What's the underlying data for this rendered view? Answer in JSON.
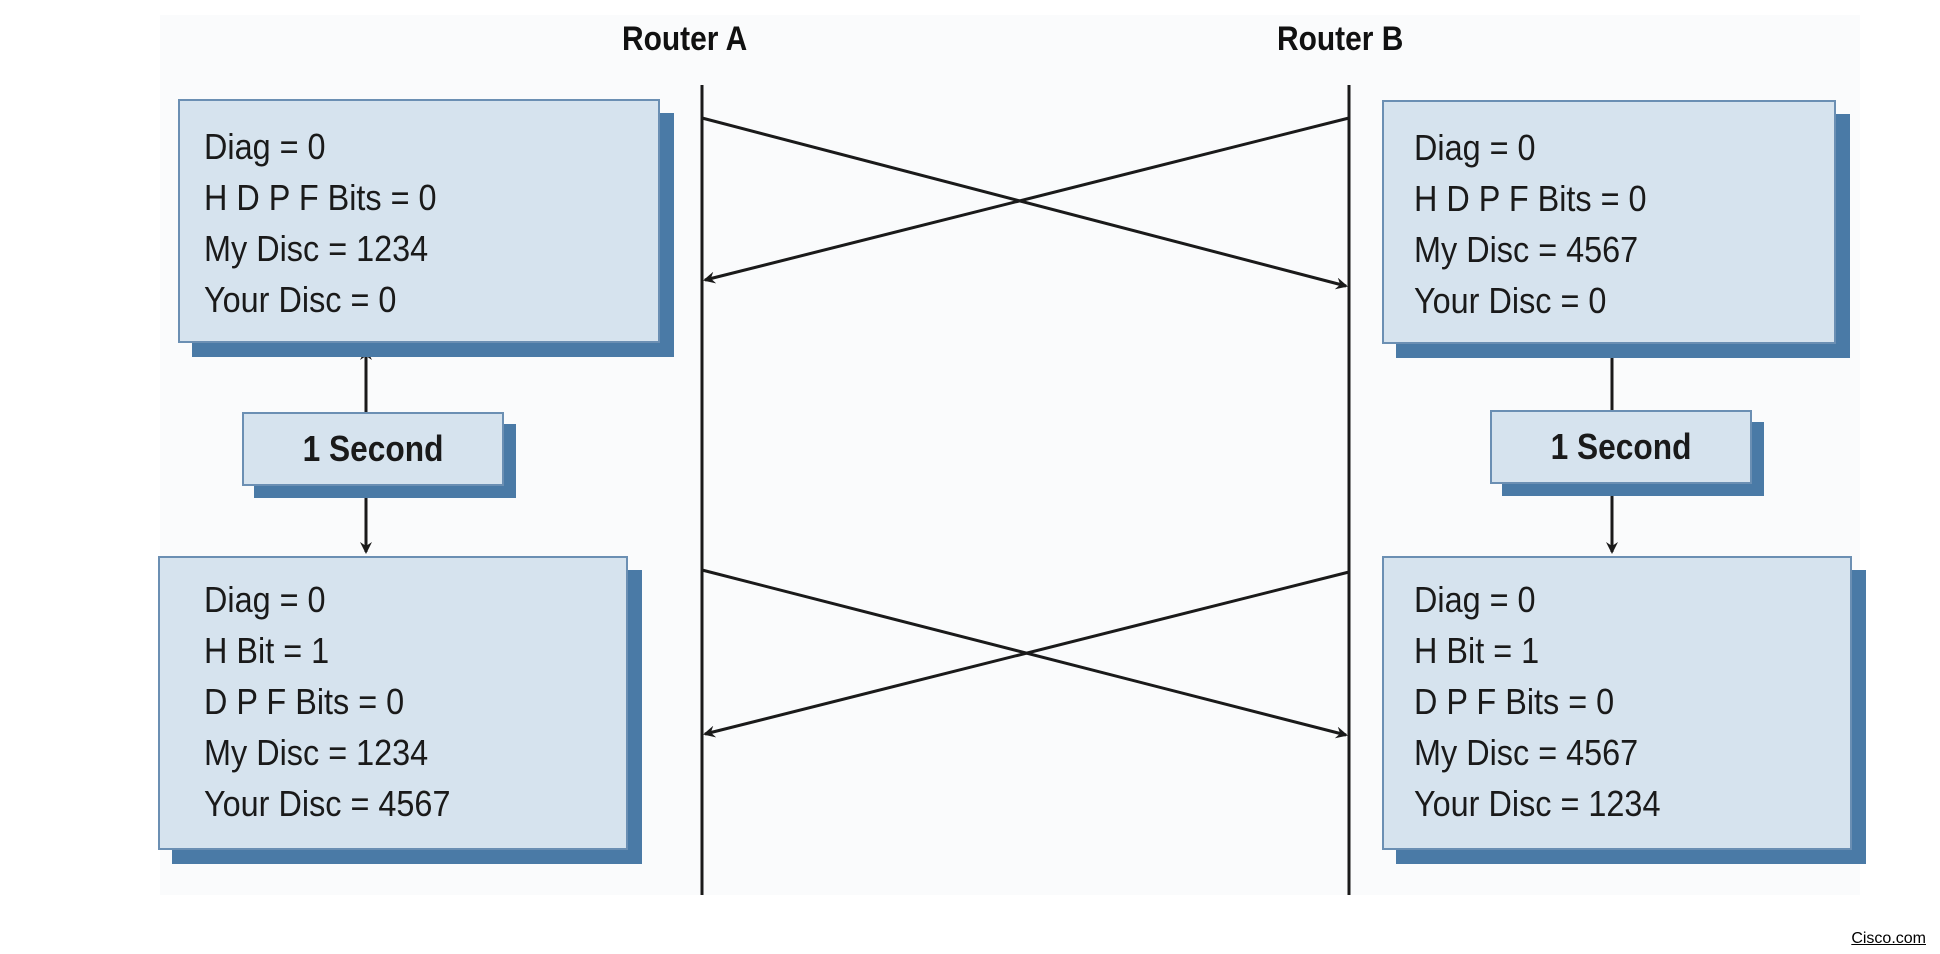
{
  "routers": {
    "a": {
      "title": "Router A"
    },
    "b": {
      "title": "Router B"
    }
  },
  "boxes": {
    "a_initial": [
      "Diag = 0",
      "H D P F Bits = 0",
      "My Disc = 1234",
      "Your Disc = 0"
    ],
    "b_initial": [
      "Diag = 0",
      "H D P F Bits = 0",
      "My Disc = 4567",
      "Your Disc = 0"
    ],
    "a_final": [
      "Diag = 0",
      "H Bit = 1",
      "D P F Bits = 0",
      "My Disc = 1234",
      "Your Disc = 4567"
    ],
    "b_final": [
      "Diag = 0",
      "H Bit = 1",
      "D P F Bits = 0",
      "My Disc = 4567",
      "Your Disc = 1234"
    ]
  },
  "interval": {
    "a_label": "1 Second",
    "b_label": "1 Second"
  },
  "credit": "Cisco.com",
  "colors": {
    "box_fill": "#d6e3ee",
    "box_shadow": "#4a7aa6",
    "box_border": "#6b8fb3",
    "line": "#1a1a1a"
  }
}
